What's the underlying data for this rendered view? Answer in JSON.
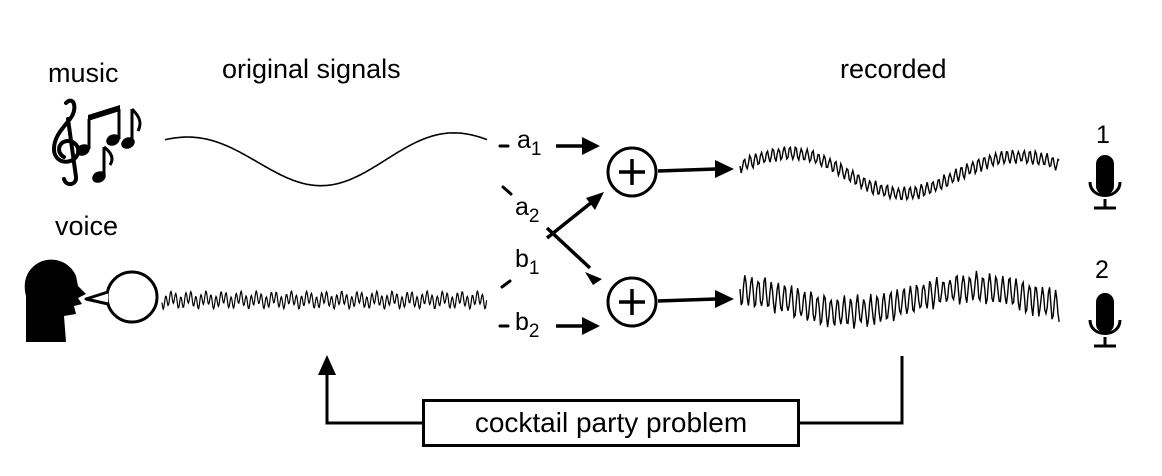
{
  "labels": {
    "music": "music",
    "voice": "voice",
    "original_signals": "original signals",
    "recorded": "recorded"
  },
  "coefficients": [
    {
      "letter": "a",
      "sub": "1"
    },
    {
      "letter": "a",
      "sub": "2"
    },
    {
      "letter": "b",
      "sub": "1"
    },
    {
      "letter": "b",
      "sub": "2"
    }
  ],
  "mics": [
    {
      "number": "1"
    },
    {
      "number": "2"
    }
  ],
  "problem_box": {
    "label": "cocktail party problem"
  },
  "icons": [
    "music-notes-icon",
    "speaking-head-icon",
    "speech-bubble-icon",
    "plus-circle-icon",
    "microphone-icon",
    "arrow-icon"
  ]
}
